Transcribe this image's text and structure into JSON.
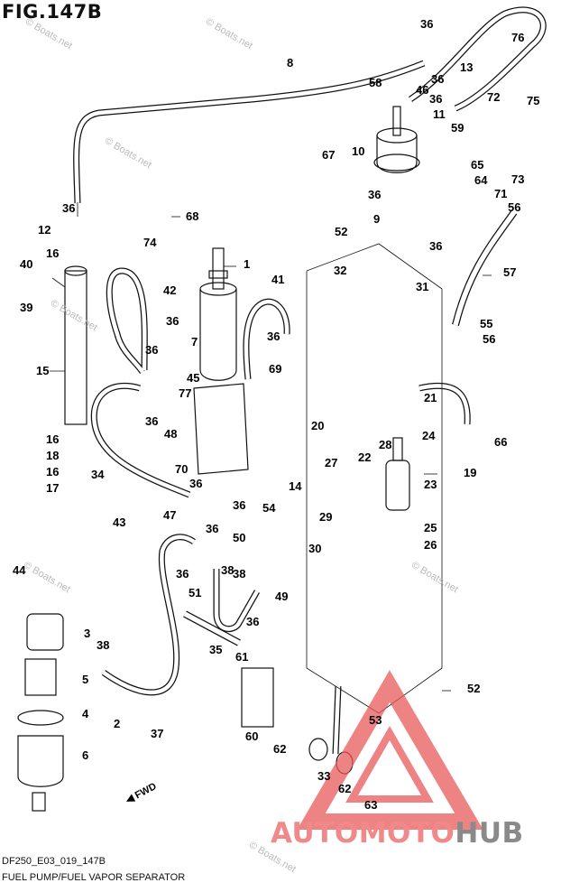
{
  "figure": {
    "title": "FIG.147B",
    "code": "DF250_E03_019_147B",
    "caption": "FUEL PUMP/FUEL VAPOR SEPARATOR",
    "direction_arrow": "FWD"
  },
  "watermark": {
    "text": "© Boats.net"
  },
  "logo": {
    "part1": "AUTOMOTO",
    "part2": "HUB",
    "colors": {
      "part1": "#f08a8a",
      "part2": "#8a8a8a",
      "triangle": "#e85a5a"
    }
  },
  "callouts": [
    {
      "id": "c1",
      "label": "1"
    },
    {
      "id": "c2",
      "label": "2"
    },
    {
      "id": "c3",
      "label": "3"
    },
    {
      "id": "c4",
      "label": "4"
    },
    {
      "id": "c5",
      "label": "5"
    },
    {
      "id": "c6",
      "label": "6"
    },
    {
      "id": "c7",
      "label": "7"
    },
    {
      "id": "c8",
      "label": "8"
    },
    {
      "id": "c9",
      "label": "9"
    },
    {
      "id": "c10",
      "label": "10"
    },
    {
      "id": "c11",
      "label": "11"
    },
    {
      "id": "c12",
      "label": "12"
    },
    {
      "id": "c13",
      "label": "13"
    },
    {
      "id": "c14",
      "label": "14"
    },
    {
      "id": "c15",
      "label": "15"
    },
    {
      "id": "c16a",
      "label": "16"
    },
    {
      "id": "c16b",
      "label": "16"
    },
    {
      "id": "c16c",
      "label": "16"
    },
    {
      "id": "c17",
      "label": "17"
    },
    {
      "id": "c18",
      "label": "18"
    },
    {
      "id": "c19",
      "label": "19"
    },
    {
      "id": "c20",
      "label": "20"
    },
    {
      "id": "c21",
      "label": "21"
    },
    {
      "id": "c22",
      "label": "22"
    },
    {
      "id": "c23",
      "label": "23"
    },
    {
      "id": "c24",
      "label": "24"
    },
    {
      "id": "c25",
      "label": "25"
    },
    {
      "id": "c26",
      "label": "26"
    },
    {
      "id": "c27",
      "label": "27"
    },
    {
      "id": "c28",
      "label": "28"
    },
    {
      "id": "c29",
      "label": "29"
    },
    {
      "id": "c30",
      "label": "30"
    },
    {
      "id": "c31",
      "label": "31"
    },
    {
      "id": "c32",
      "label": "32"
    },
    {
      "id": "c33",
      "label": "33"
    },
    {
      "id": "c34",
      "label": "34"
    },
    {
      "id": "c35",
      "label": "35"
    },
    {
      "id": "c36a",
      "label": "36"
    },
    {
      "id": "c36b",
      "label": "36"
    },
    {
      "id": "c36c",
      "label": "36"
    },
    {
      "id": "c36d",
      "label": "36"
    },
    {
      "id": "c36e",
      "label": "36"
    },
    {
      "id": "c36f",
      "label": "36"
    },
    {
      "id": "c36g",
      "label": "36"
    },
    {
      "id": "c36h",
      "label": "36"
    },
    {
      "id": "c36i",
      "label": "36"
    },
    {
      "id": "c36j",
      "label": "36"
    },
    {
      "id": "c36k",
      "label": "36"
    },
    {
      "id": "c36l",
      "label": "36"
    },
    {
      "id": "c36m",
      "label": "36"
    },
    {
      "id": "c36n",
      "label": "36"
    },
    {
      "id": "c36o",
      "label": "36"
    },
    {
      "id": "c37",
      "label": "37"
    },
    {
      "id": "c38a",
      "label": "38"
    },
    {
      "id": "c38b",
      "label": "38"
    },
    {
      "id": "c38c",
      "label": "38"
    },
    {
      "id": "c39",
      "label": "39"
    },
    {
      "id": "c40",
      "label": "40"
    },
    {
      "id": "c41",
      "label": "41"
    },
    {
      "id": "c42",
      "label": "42"
    },
    {
      "id": "c43",
      "label": "43"
    },
    {
      "id": "c44",
      "label": "44"
    },
    {
      "id": "c45",
      "label": "45"
    },
    {
      "id": "c46",
      "label": "46"
    },
    {
      "id": "c47",
      "label": "47"
    },
    {
      "id": "c48",
      "label": "48"
    },
    {
      "id": "c49",
      "label": "49"
    },
    {
      "id": "c50",
      "label": "50"
    },
    {
      "id": "c51",
      "label": "51"
    },
    {
      "id": "c52a",
      "label": "52"
    },
    {
      "id": "c52b",
      "label": "52"
    },
    {
      "id": "c53",
      "label": "53"
    },
    {
      "id": "c54",
      "label": "54"
    },
    {
      "id": "c55",
      "label": "55"
    },
    {
      "id": "c56a",
      "label": "56"
    },
    {
      "id": "c56b",
      "label": "56"
    },
    {
      "id": "c57",
      "label": "57"
    },
    {
      "id": "c58",
      "label": "58"
    },
    {
      "id": "c59",
      "label": "59"
    },
    {
      "id": "c60",
      "label": "60"
    },
    {
      "id": "c61",
      "label": "61"
    },
    {
      "id": "c62a",
      "label": "62"
    },
    {
      "id": "c62b",
      "label": "62"
    },
    {
      "id": "c63",
      "label": "63"
    },
    {
      "id": "c64",
      "label": "64"
    },
    {
      "id": "c65",
      "label": "65"
    },
    {
      "id": "c66",
      "label": "66"
    },
    {
      "id": "c67",
      "label": "67"
    },
    {
      "id": "c68",
      "label": "68"
    },
    {
      "id": "c69",
      "label": "69"
    },
    {
      "id": "c70",
      "label": "70"
    },
    {
      "id": "c71",
      "label": "71"
    },
    {
      "id": "c72",
      "label": "72"
    },
    {
      "id": "c73",
      "label": "73"
    },
    {
      "id": "c74",
      "label": "74"
    },
    {
      "id": "c75",
      "label": "75"
    },
    {
      "id": "c76",
      "label": "76"
    },
    {
      "id": "c77",
      "label": "77"
    }
  ]
}
